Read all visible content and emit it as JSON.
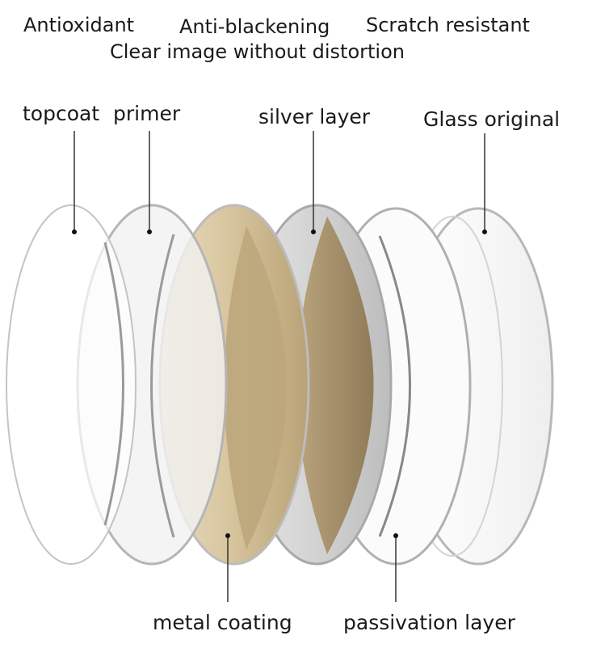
{
  "features": {
    "antioxidant": "Antioxidant",
    "anti_blackening": "Anti-blackening",
    "scratch_resistant": "Scratch resistant",
    "clear_image": "Clear image without distortion"
  },
  "layers": {
    "topcoat": "topcoat",
    "primer": "primer",
    "silver_layer": "silver layer",
    "glass_original": "Glass original",
    "metal_coating": "metal coating",
    "passivation_layer": "passivation layer"
  },
  "colors": {
    "metal_coating": "#c9b58e",
    "silver_layer_edge": "#bdbdbd",
    "silver_layer_fill": "#a48f6a",
    "glass_edge": "#b8b8b8"
  }
}
